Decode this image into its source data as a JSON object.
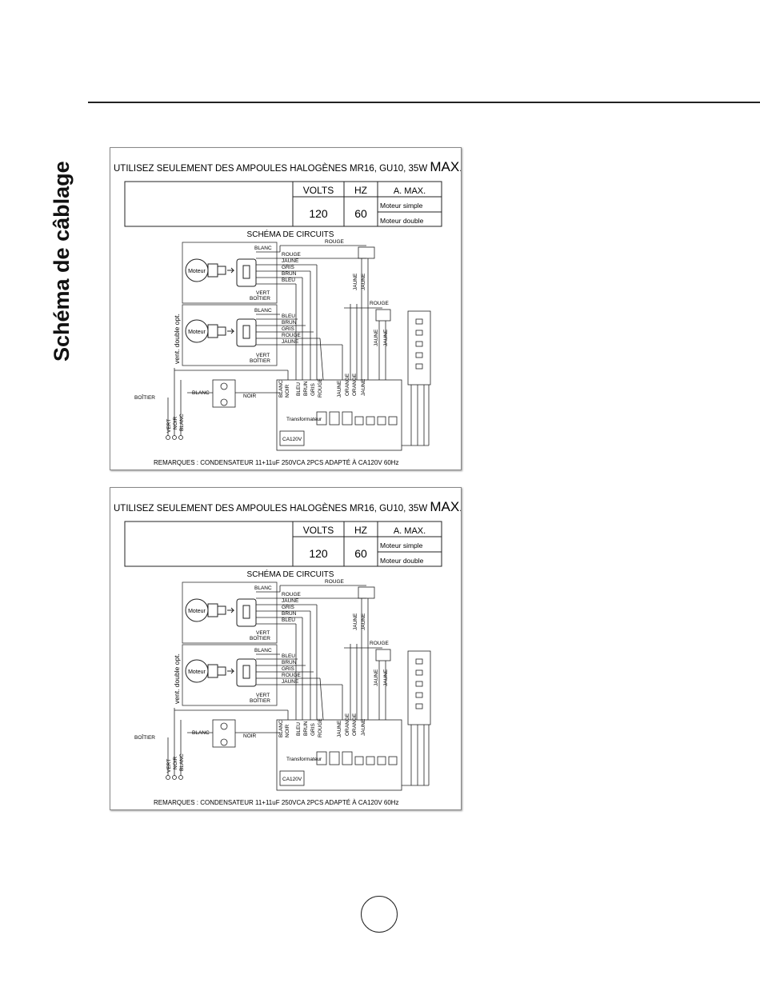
{
  "page": {
    "section_title": "Schéma de câblage"
  },
  "diagrams": [
    {
      "heading_main": "UTILISEZ SEULEMENT DES AMPOULES HALOGÈNES MR16, GU10, 35W ",
      "heading_max": "MAX",
      "heading_end": ".",
      "table": {
        "headers": [
          "VOLTS",
          "HZ",
          "A. MAX."
        ],
        "volts": "120",
        "hz": "60",
        "rows": [
          "Moteur simple",
          "Moteur double"
        ]
      },
      "circuit_title": "SCHÉMA DE CIRCUITS",
      "labels": {
        "motor": "Moteur",
        "blanc": "BLANC",
        "rouge": "ROUGE",
        "jaune": "JAUNE",
        "gris": "GRIS",
        "brun": "BRUN",
        "bleu": "BLEU",
        "vert_boitier": "VERT",
        "boitier_small": "BOÎTIER",
        "vent_opt": "vent. double opt.",
        "boitier": "BOÎTIER",
        "noir": "NOIR",
        "vert": "VERT",
        "orange": "ORANGE",
        "transformateur": "Transformateur",
        "ca120v": "CA120V"
      },
      "remarks": "REMARQUES : CONDENSATEUR  11+11uF  250VCA  2PCS ADAPTÉ À CA120V 60Hz"
    },
    {
      "heading_main": "UTILISEZ SEULEMENT DES AMPOULES HALOGÈNES MR16, GU10, 35W ",
      "heading_max": "MAX",
      "heading_end": ".",
      "table": {
        "headers": [
          "VOLTS",
          "HZ",
          "A. MAX."
        ],
        "volts": "120",
        "hz": "60",
        "rows": [
          "Moteur simple",
          "Moteur double"
        ]
      },
      "circuit_title": "SCHÉMA DE CIRCUITS",
      "labels": {
        "motor": "Moteur",
        "blanc": "BLANC",
        "rouge": "ROUGE",
        "jaune": "JAUNE",
        "gris": "GRIS",
        "brun": "BRUN",
        "bleu": "BLEU",
        "vert_boitier": "VERT",
        "boitier_small": "BOÎTIER",
        "vent_opt": "vent. double opt.",
        "boitier": "BOÎTIER",
        "noir": "NOIR",
        "vert": "VERT",
        "orange": "ORANGE",
        "transformateur": "Transformateur",
        "ca120v": "CA120V"
      },
      "remarks": "REMARQUES : CONDENSATEUR  11+11uF  250VCA  2PCS ADAPTÉ À CA120V 60Hz"
    }
  ]
}
